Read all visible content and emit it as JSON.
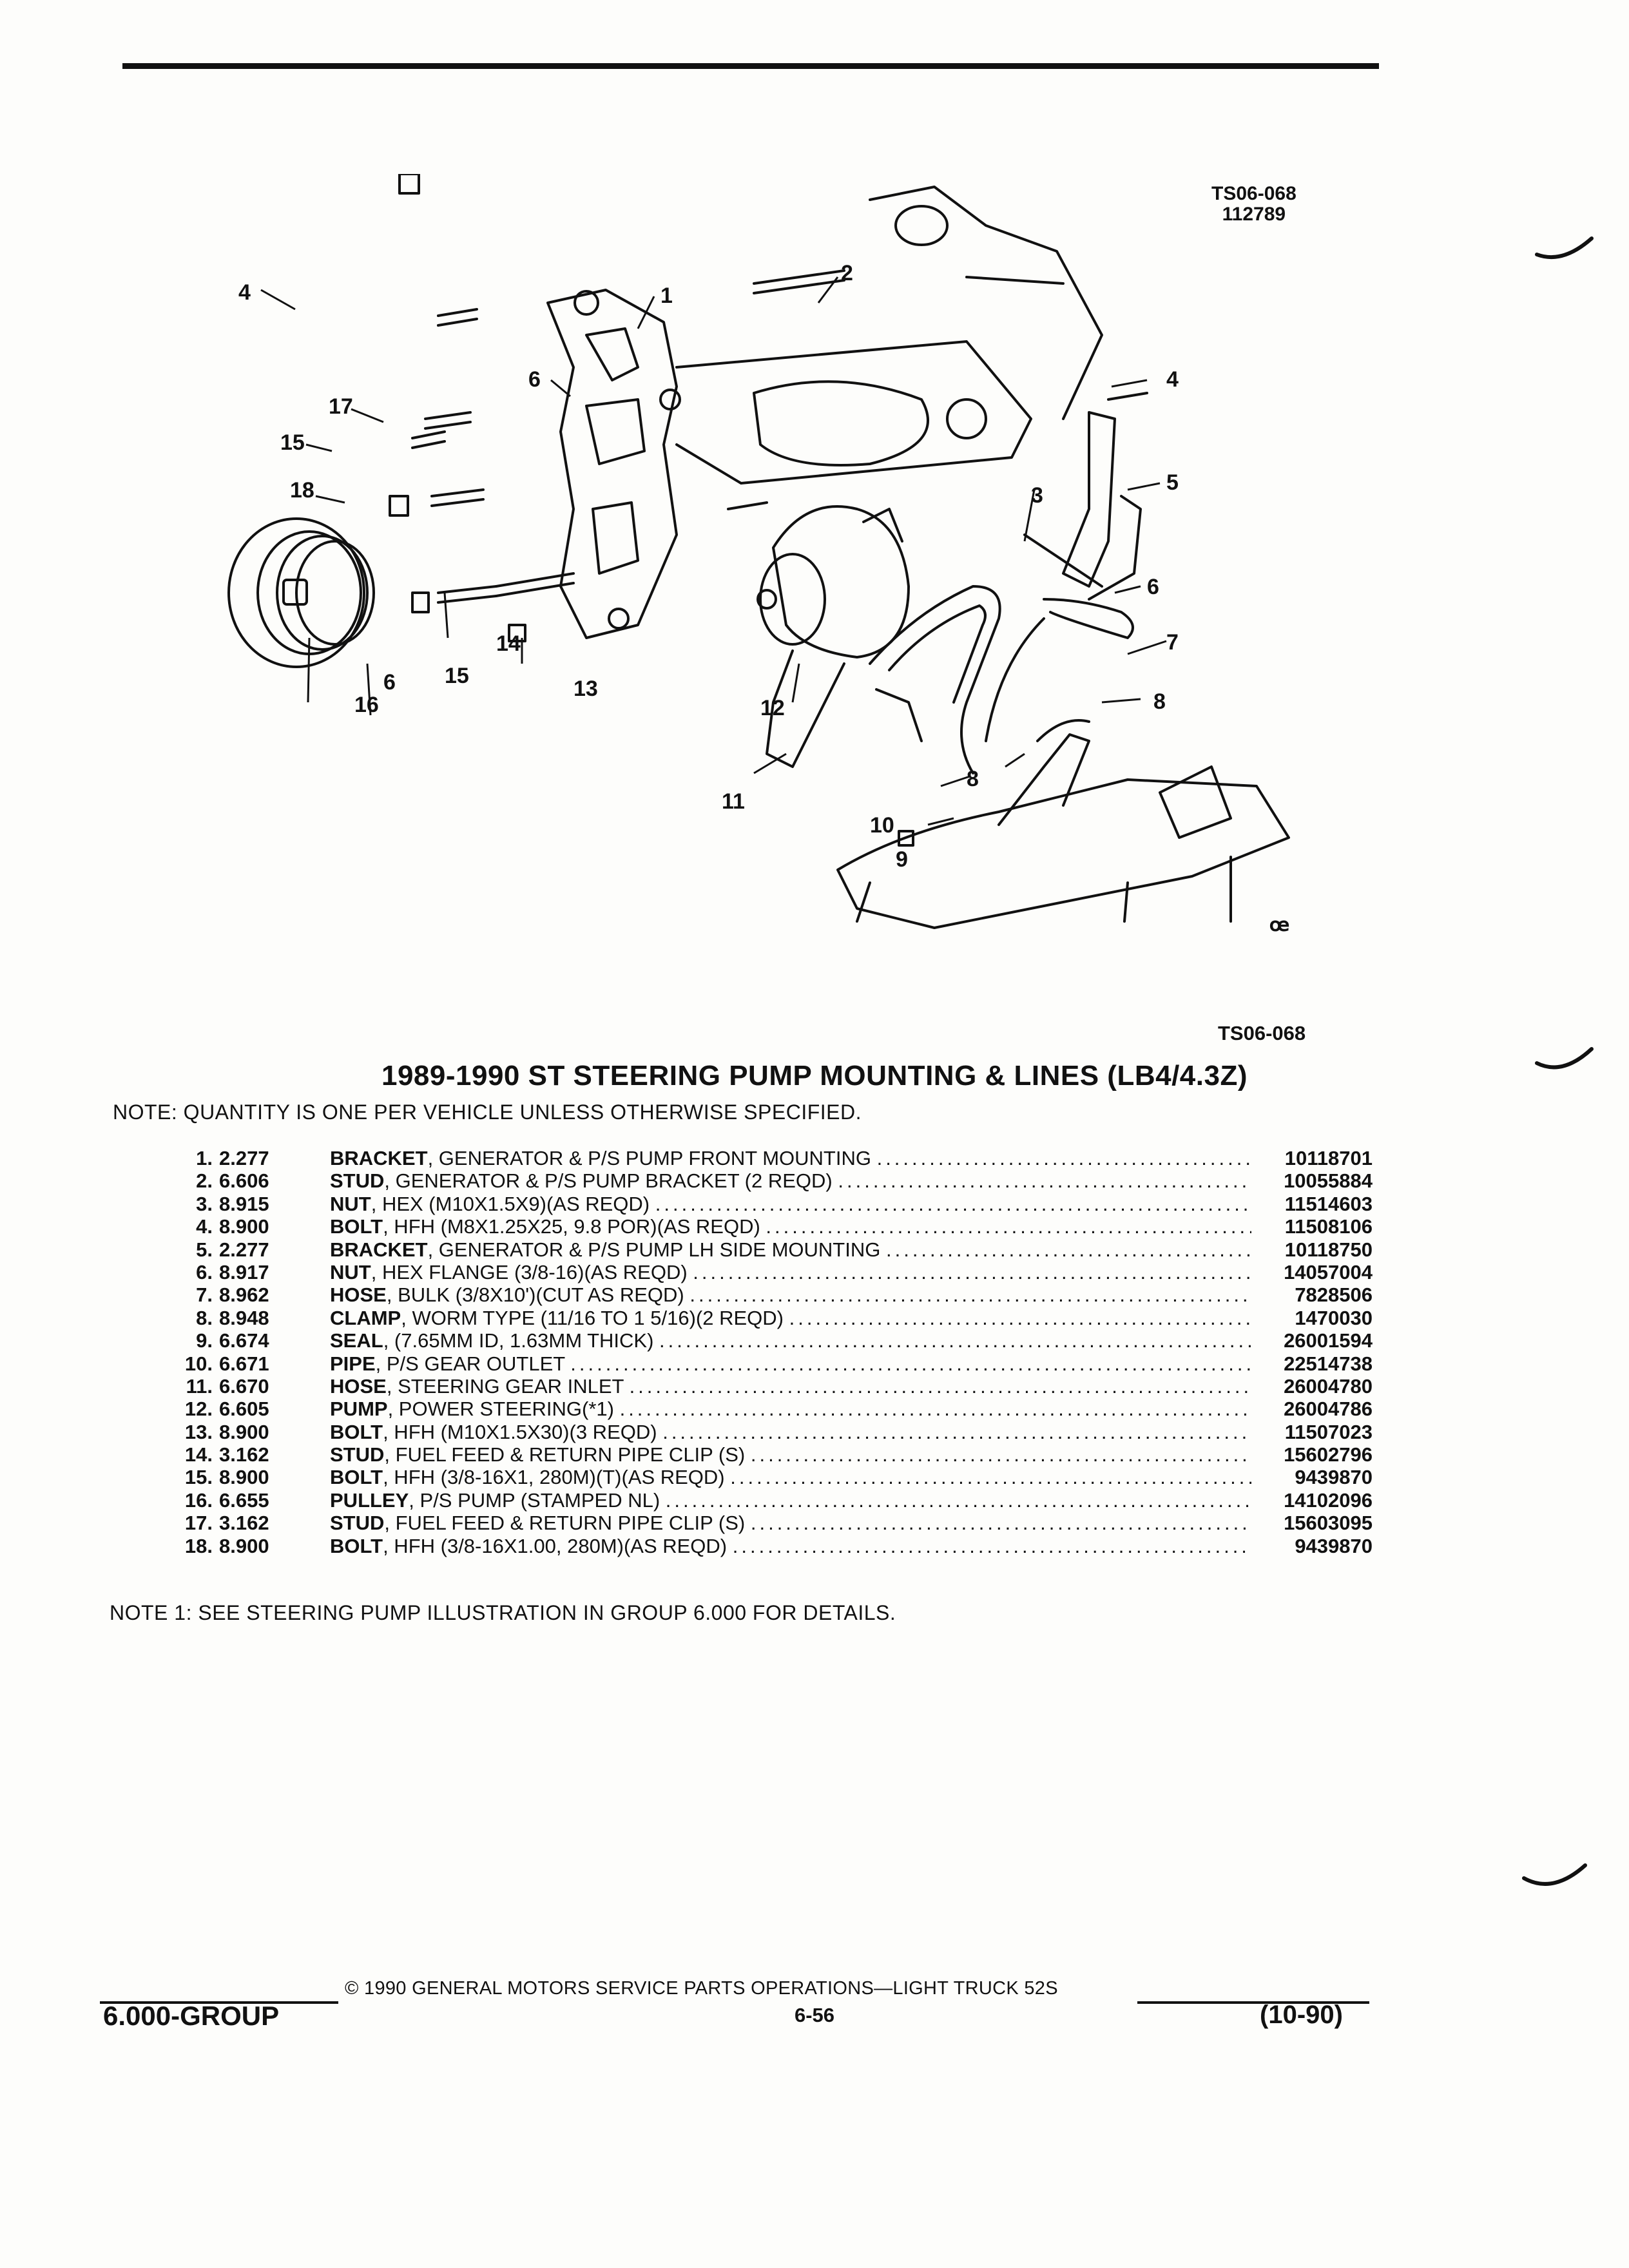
{
  "figure": {
    "id_top": "TS06-068",
    "date_code": "112789",
    "id_bottom": "TS06-068",
    "callouts": [
      "1",
      "2",
      "3",
      "4",
      "4",
      "5",
      "6",
      "6",
      "6",
      "7",
      "8",
      "8",
      "9",
      "10",
      "11",
      "12",
      "13",
      "14",
      "15",
      "15",
      "16",
      "17",
      "18"
    ]
  },
  "title": "1989-1990 ST STEERING PUMP MOUNTING & LINES (LB4/4.3Z)",
  "note": "NOTE: QUANTITY IS ONE PER VEHICLE UNLESS OTHERWISE SPECIFIED.",
  "parts": [
    {
      "num": "1.",
      "group": "2.277",
      "name": "BRACKET",
      "desc": ", GENERATOR & P/S PUMP FRONT MOUNTING",
      "part_no": "10118701"
    },
    {
      "num": "2.",
      "group": "6.606",
      "name": "STUD",
      "desc": ", GENERATOR & P/S PUMP BRACKET (2 REQD)",
      "part_no": "10055884"
    },
    {
      "num": "3.",
      "group": "8.915",
      "name": "NUT",
      "desc": ", HEX (M10X1.5X9)(AS REQD)",
      "part_no": "11514603"
    },
    {
      "num": "4.",
      "group": "8.900",
      "name": "BOLT",
      "desc": ", HFH (M8X1.25X25, 9.8 POR)(AS REQD)",
      "part_no": "11508106"
    },
    {
      "num": "5.",
      "group": "2.277",
      "name": "BRACKET",
      "desc": ", GENERATOR & P/S PUMP LH SIDE MOUNTING",
      "part_no": "10118750"
    },
    {
      "num": "6.",
      "group": "8.917",
      "name": "NUT",
      "desc": ", HEX FLANGE (3/8-16)(AS REQD)",
      "part_no": "14057004"
    },
    {
      "num": "7.",
      "group": "8.962",
      "name": "HOSE",
      "desc": ", BULK (3/8X10')(CUT AS REQD)",
      "part_no": "7828506"
    },
    {
      "num": "8.",
      "group": "8.948",
      "name": "CLAMP",
      "desc": ", WORM TYPE (11/16 TO 1 5/16)(2 REQD)",
      "part_no": "1470030"
    },
    {
      "num": "9.",
      "group": "6.674",
      "name": "SEAL",
      "desc": ", (7.65MM ID, 1.63MM THICK)",
      "part_no": "26001594"
    },
    {
      "num": "10.",
      "group": "6.671",
      "name": "PIPE",
      "desc": ", P/S GEAR OUTLET",
      "part_no": "22514738"
    },
    {
      "num": "11.",
      "group": "6.670",
      "name": "HOSE",
      "desc": ", STEERING GEAR INLET",
      "part_no": "26004780"
    },
    {
      "num": "12.",
      "group": "6.605",
      "name": "PUMP",
      "desc": ", POWER STEERING(*1)",
      "part_no": "26004786"
    },
    {
      "num": "13.",
      "group": "8.900",
      "name": "BOLT",
      "desc": ", HFH (M10X1.5X30)(3 REQD)",
      "part_no": "11507023"
    },
    {
      "num": "14.",
      "group": "3.162",
      "name": "STUD",
      "desc": ", FUEL FEED & RETURN PIPE CLIP (S)",
      "part_no": "15602796"
    },
    {
      "num": "15.",
      "group": "8.900",
      "name": "BOLT",
      "desc": ", HFH (3/8-16X1, 280M)(T)(AS REQD)",
      "part_no": "9439870"
    },
    {
      "num": "16.",
      "group": "6.655",
      "name": "PULLEY",
      "desc": ", P/S PUMP (STAMPED NL)",
      "part_no": "14102096"
    },
    {
      "num": "17.",
      "group": "3.162",
      "name": "STUD",
      "desc": ", FUEL FEED & RETURN PIPE CLIP (S)",
      "part_no": "15603095"
    },
    {
      "num": "18.",
      "group": "8.900",
      "name": "BOLT",
      "desc": ", HFH (3/8-16X1.00, 280M)(AS REQD)",
      "part_no": "9439870"
    }
  ],
  "note1": "NOTE  1:  SEE STEERING PUMP ILLUSTRATION IN GROUP 6.000 FOR DETAILS.",
  "footer": {
    "copyright": "© 1990  GENERAL MOTORS SERVICE PARTS OPERATIONS—LIGHT TRUCK 52S",
    "group": "6.000-GROUP",
    "page": "6-56",
    "date": "(10-90)"
  }
}
